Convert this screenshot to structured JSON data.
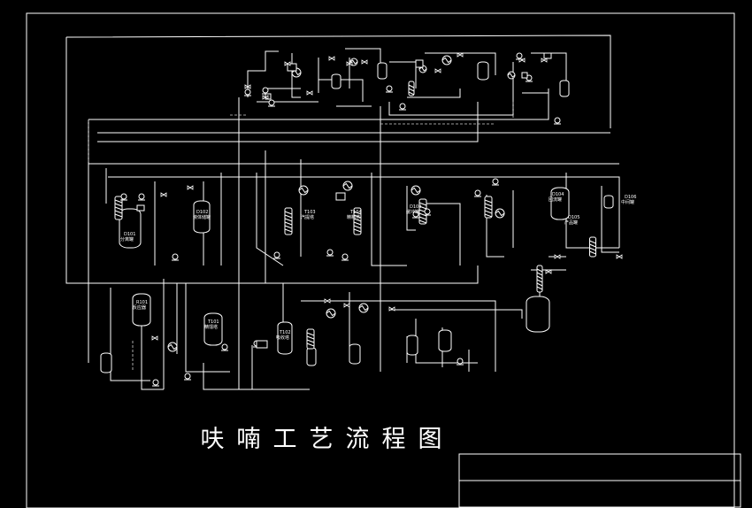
{
  "title": "呋喃工艺流程图",
  "colors": {
    "background": "#000000",
    "lines": "#ffffff",
    "dashed": "#d0d0d0"
  },
  "equipment": [
    {
      "tag": "D101",
      "desc": "分离罐"
    },
    {
      "tag": "D102",
      "desc": "液体储罐"
    },
    {
      "tag": "R101",
      "desc": "反应器"
    },
    {
      "tag": "T101",
      "desc": "精馏塔"
    },
    {
      "tag": "T102",
      "desc": "吸收塔"
    },
    {
      "tag": "T103",
      "desc": "汽提塔"
    },
    {
      "tag": "T104",
      "desc": "精制塔"
    },
    {
      "tag": "D103",
      "desc": "缓冲罐"
    },
    {
      "tag": "D104",
      "desc": "回流罐"
    },
    {
      "tag": "D105",
      "desc": "产品罐"
    },
    {
      "tag": "D106",
      "desc": "中间罐"
    }
  ]
}
